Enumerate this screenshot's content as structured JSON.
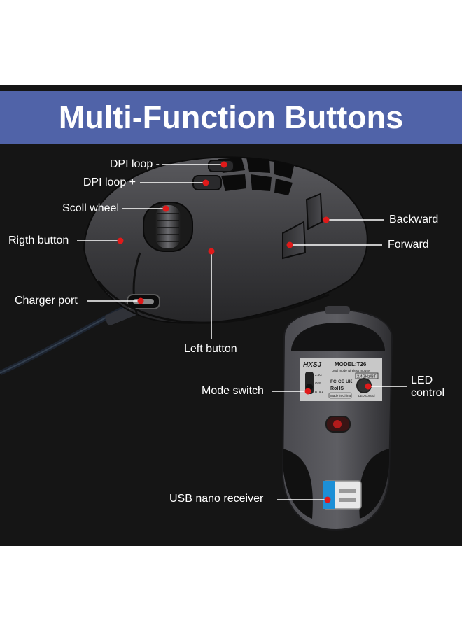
{
  "banner": {
    "title": "Multi-Function Buttons"
  },
  "labels": {
    "dpi_minus": "DPI loop -",
    "dpi_plus": "DPI loop +",
    "scroll_wheel": "Scoll wheel",
    "right_button": "Rigth button",
    "charger_port": "Charger port",
    "left_button": "Left button",
    "backward": "Backward",
    "forward": "Forward",
    "mode_switch": "Mode switch",
    "led_control_line1": "LED",
    "led_control_line2": "control",
    "usb_receiver": "USB nano receiver"
  },
  "bottom_label": {
    "brand_logo": "HXSJ",
    "model": "MODEL:T26",
    "subtitle": "Dual mode wireless mouse",
    "band": "2.4GHz/BT",
    "switch_pos_1": "2.4G",
    "switch_pos_2": "OFF",
    "switch_pos_3": "BT5.1",
    "cert_fc": "FC",
    "cert_ce": "CE",
    "cert_uk": "UK",
    "rohs": "RoHS",
    "made_in": "Made in China",
    "led_label": "LED control"
  },
  "colors": {
    "banner": "#5063a8",
    "panel": "#151515",
    "marker": "#e01a1a",
    "receiver_blue": "#1c8fd6"
  }
}
